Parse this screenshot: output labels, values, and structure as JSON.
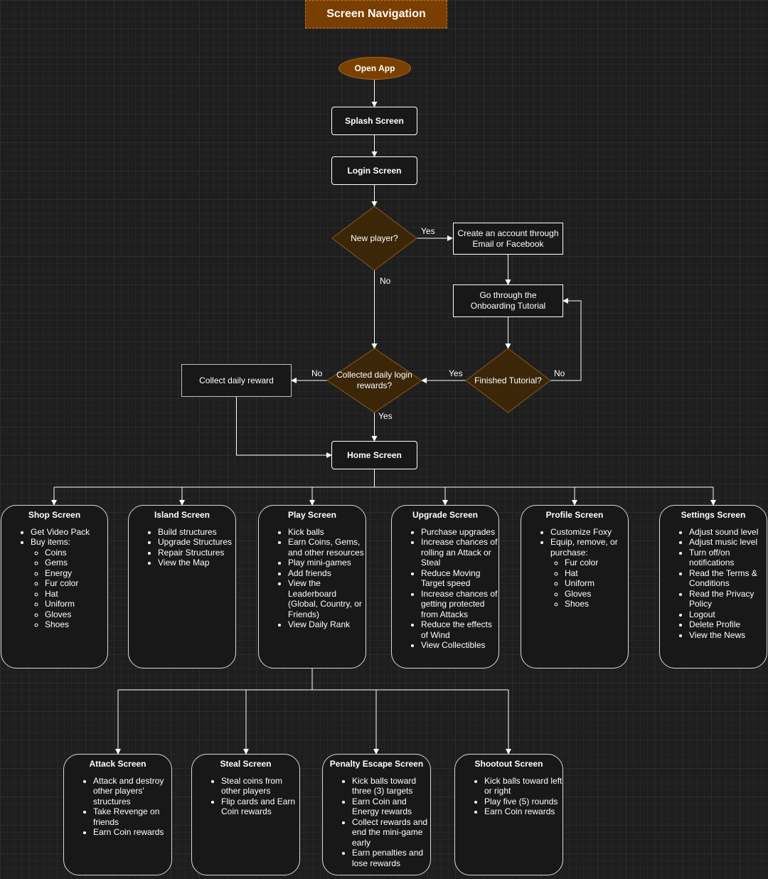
{
  "title": "Screen Navigation",
  "start": "Open App",
  "splash": "Splash Screen",
  "login": "Login Screen",
  "new_player": "New player?",
  "create_account": "Create an account through Email or Facebook",
  "onboarding": "Go through the Onboarding Tutorial",
  "finished_tutorial": "Finished Tutorial?",
  "collected_daily": "Collected daily login rewards?",
  "collect_daily": "Collect daily reward",
  "home": "Home Screen",
  "edge_labels": {
    "new_yes": "Yes",
    "new_no": "No",
    "tut_yes": "Yes",
    "tut_no": "No",
    "daily_no": "No",
    "daily_yes": "Yes"
  },
  "screens": [
    {
      "title": "Shop Screen",
      "items": [
        {
          "text": "Get Video Pack"
        },
        {
          "text": "Buy items:",
          "sub": [
            "Coins",
            "Gems",
            "Energy",
            "Fur color",
            "Hat",
            "Uniform",
            "Gloves",
            "Shoes"
          ]
        }
      ]
    },
    {
      "title": "Island Screen",
      "items": [
        {
          "text": "Build structures"
        },
        {
          "text": "Upgrade Structures"
        },
        {
          "text": "Repair Structures"
        },
        {
          "text": "View the Map"
        }
      ]
    },
    {
      "title": "Play Screen",
      "items": [
        {
          "text": "Kick balls"
        },
        {
          "text": "Earn Coins, Gems, and other resources"
        },
        {
          "text": "Play mini-games"
        },
        {
          "text": "Add friends"
        },
        {
          "text": "View the Leaderboard (Global, Country, or Friends)"
        },
        {
          "text": "View Daily Rank"
        }
      ]
    },
    {
      "title": "Upgrade Screen",
      "items": [
        {
          "text": "Purchase upgrades"
        },
        {
          "text": "Increase chances of rolling an Attack or Steal"
        },
        {
          "text": "Reduce Moving Target speed"
        },
        {
          "text": "Increase chances of getting protected from Attacks"
        },
        {
          "text": "Reduce the effects of Wind"
        },
        {
          "text": "View Collectibles"
        }
      ]
    },
    {
      "title": "Profile Screen",
      "items": [
        {
          "text": "Customize Foxy"
        },
        {
          "text": "Equip, remove, or purchase:",
          "sub": [
            "Fur color",
            "Hat",
            "Uniform",
            "Gloves",
            "Shoes"
          ]
        }
      ]
    },
    {
      "title": "Settings Screen",
      "items": [
        {
          "text": "Adjust sound level"
        },
        {
          "text": "Adjust music level"
        },
        {
          "text": "Turn off/on notifications"
        },
        {
          "text": "Read the Terms & Conditions"
        },
        {
          "text": "Read the Privacy Policy"
        },
        {
          "text": "Logout"
        },
        {
          "text": "Delete Profile"
        },
        {
          "text": "View the News"
        }
      ]
    }
  ],
  "minigames": [
    {
      "title": "Attack Screen",
      "items": [
        {
          "text": "Attack and destroy other players' structures"
        },
        {
          "text": "Take Revenge on friends"
        },
        {
          "text": "Earn Coin rewards"
        }
      ]
    },
    {
      "title": "Steal Screen",
      "items": [
        {
          "text": "Steal coins from other players"
        },
        {
          "text": "Flip cards and Earn Coin rewards"
        }
      ]
    },
    {
      "title": "Penalty Escape Screen",
      "items": [
        {
          "text": "Kick balls toward three (3) targets"
        },
        {
          "text": "Earn Coin and Energy rewards"
        },
        {
          "text": "Collect rewards and end the mini-game early"
        },
        {
          "text": "Earn penalties and lose rewards"
        }
      ]
    },
    {
      "title": "Shootout Screen",
      "items": [
        {
          "text": "Kick balls toward left or right"
        },
        {
          "text": "Play five (5) rounds"
        },
        {
          "text": "Earn Coin rewards"
        }
      ]
    }
  ]
}
